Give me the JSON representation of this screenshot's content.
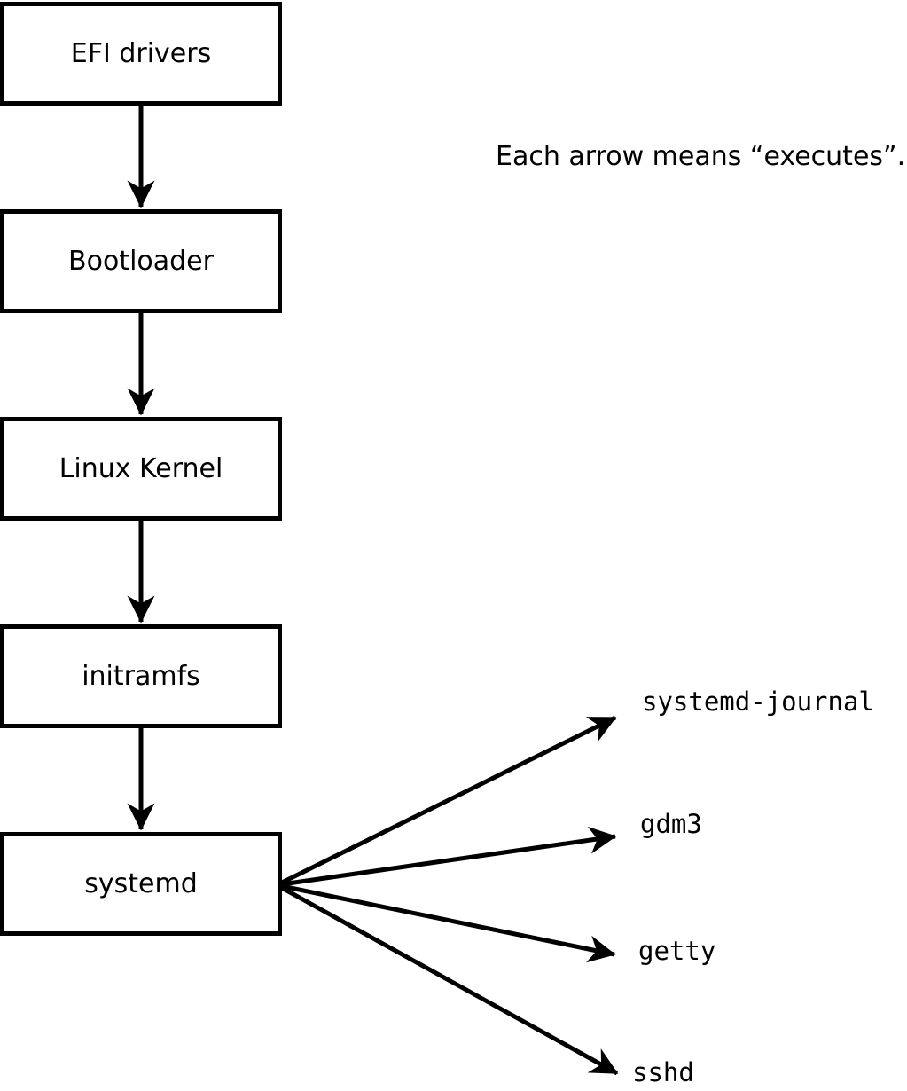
{
  "diagram": {
    "title_note": "Each arrow means “executes”.",
    "colors": {
      "foreground": "#000000",
      "background": "#ffffff"
    },
    "boot_chain": [
      {
        "label": "EFI drivers"
      },
      {
        "label": "Bootloader"
      },
      {
        "label": "Linux Kernel"
      },
      {
        "label": "initramfs"
      },
      {
        "label": "systemd"
      }
    ],
    "spawned_processes": [
      {
        "label": "systemd-journal"
      },
      {
        "label": "gdm3"
      },
      {
        "label": "getty"
      },
      {
        "label": "sshd"
      }
    ]
  }
}
